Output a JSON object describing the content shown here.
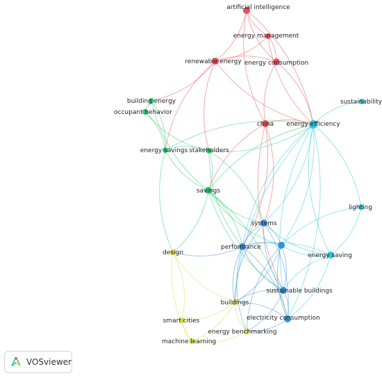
{
  "colors": {
    "red": "#e8505b",
    "green": "#2ecc71",
    "cyan": "#2ec4e0",
    "blue": "#3b8fd8",
    "yellow": "#d9d94a"
  },
  "logo": {
    "text": "VOSviewer",
    "icon": "vosviewer-logo-icon"
  },
  "nodes": [
    {
      "id": "ai",
      "label": "artificial intelligence",
      "cluster": "red"
    },
    {
      "id": "em",
      "label": "energy management",
      "cluster": "red"
    },
    {
      "id": "re",
      "label": "renewable energy",
      "cluster": "red"
    },
    {
      "id": "ec",
      "label": "energy consumption",
      "cluster": "red"
    },
    {
      "id": "cn",
      "label": "china",
      "cluster": "red"
    },
    {
      "id": "be",
      "label": "building energy",
      "cluster": "green"
    },
    {
      "id": "ob",
      "label": "occupant behavior",
      "cluster": "green"
    },
    {
      "id": "es",
      "label": "energy savings",
      "cluster": "green"
    },
    {
      "id": "sh",
      "label": "stakeholders",
      "cluster": "green"
    },
    {
      "id": "sv",
      "label": "savings",
      "cluster": "green"
    },
    {
      "id": "sus",
      "label": "sustainability",
      "cluster": "cyan"
    },
    {
      "id": "ee",
      "label": "energy efficiency",
      "cluster": "cyan"
    },
    {
      "id": "li",
      "label": "lighting",
      "cluster": "cyan"
    },
    {
      "id": "esv",
      "label": "energy saving",
      "cluster": "cyan"
    },
    {
      "id": "sy",
      "label": "systems",
      "cluster": "blue"
    },
    {
      "id": "pf",
      "label": "performance",
      "cluster": "blue"
    },
    {
      "id": "bl",
      "label": "",
      "cluster": "blue"
    },
    {
      "id": "sb",
      "label": "sustainable buildings",
      "cluster": "blue"
    },
    {
      "id": "elc",
      "label": "electricity consumption",
      "cluster": "blue"
    },
    {
      "id": "de",
      "label": "design",
      "cluster": "yellow"
    },
    {
      "id": "bu",
      "label": "buildings",
      "cluster": "yellow"
    },
    {
      "id": "sc",
      "label": "smart cities",
      "cluster": "yellow"
    },
    {
      "id": "eb",
      "label": "energy benchmarking",
      "cluster": "yellow"
    },
    {
      "id": "ml",
      "label": "machine learning",
      "cluster": "yellow"
    }
  ],
  "edges": [
    [
      "ai",
      "em"
    ],
    [
      "ai",
      "re"
    ],
    [
      "ai",
      "ec"
    ],
    [
      "ai",
      "ee"
    ],
    [
      "ai",
      "cn"
    ],
    [
      "em",
      "re"
    ],
    [
      "em",
      "ee"
    ],
    [
      "em",
      "ec"
    ],
    [
      "re",
      "ee"
    ],
    [
      "re",
      "ec"
    ],
    [
      "re",
      "es"
    ],
    [
      "re",
      "be"
    ],
    [
      "re",
      "sh"
    ],
    [
      "ec",
      "ee"
    ],
    [
      "ec",
      "cn"
    ],
    [
      "cn",
      "ee"
    ],
    [
      "cn",
      "sv"
    ],
    [
      "cn",
      "sy"
    ],
    [
      "cn",
      "sb"
    ],
    [
      "cn",
      "pf"
    ],
    [
      "be",
      "ob"
    ],
    [
      "be",
      "es"
    ],
    [
      "be",
      "sv"
    ],
    [
      "ob",
      "es"
    ],
    [
      "ob",
      "sh"
    ],
    [
      "es",
      "sh"
    ],
    [
      "es",
      "sv"
    ],
    [
      "es",
      "ee"
    ],
    [
      "es",
      "de"
    ],
    [
      "sh",
      "sv"
    ],
    [
      "sh",
      "ee"
    ],
    [
      "sh",
      "sy"
    ],
    [
      "sh",
      "pf"
    ],
    [
      "sv",
      "ee"
    ],
    [
      "sv",
      "sy"
    ],
    [
      "sv",
      "pf"
    ],
    [
      "sv",
      "bl"
    ],
    [
      "sv",
      "de"
    ],
    [
      "sv",
      "sb"
    ],
    [
      "sv",
      "elc"
    ],
    [
      "sus",
      "ee"
    ],
    [
      "ee",
      "li"
    ],
    [
      "ee",
      "esv"
    ],
    [
      "ee",
      "sy"
    ],
    [
      "ee",
      "pf"
    ],
    [
      "ee",
      "bl"
    ],
    [
      "ee",
      "sb"
    ],
    [
      "ee",
      "elc"
    ],
    [
      "ee",
      "bu"
    ],
    [
      "li",
      "esv"
    ],
    [
      "li",
      "bl"
    ],
    [
      "esv",
      "sy"
    ],
    [
      "esv",
      "pf"
    ],
    [
      "esv",
      "bl"
    ],
    [
      "esv",
      "sb"
    ],
    [
      "esv",
      "elc"
    ],
    [
      "sy",
      "pf"
    ],
    [
      "sy",
      "bl"
    ],
    [
      "sy",
      "sb"
    ],
    [
      "sy",
      "elc"
    ],
    [
      "sy",
      "bu"
    ],
    [
      "pf",
      "bl"
    ],
    [
      "pf",
      "sb"
    ],
    [
      "pf",
      "elc"
    ],
    [
      "pf",
      "bu"
    ],
    [
      "pf",
      "de"
    ],
    [
      "pf",
      "eb"
    ],
    [
      "bl",
      "sb"
    ],
    [
      "bl",
      "elc"
    ],
    [
      "bl",
      "bu"
    ],
    [
      "bl",
      "eb"
    ],
    [
      "sb",
      "elc"
    ],
    [
      "sb",
      "bu"
    ],
    [
      "sb",
      "eb"
    ],
    [
      "elc",
      "bu"
    ],
    [
      "elc",
      "eb"
    ],
    [
      "de",
      "bu"
    ],
    [
      "de",
      "sc"
    ],
    [
      "de",
      "ml"
    ],
    [
      "bu",
      "sc"
    ],
    [
      "bu",
      "eb"
    ],
    [
      "bu",
      "ml"
    ],
    [
      "sc",
      "ml"
    ],
    [
      "eb",
      "ml"
    ]
  ]
}
